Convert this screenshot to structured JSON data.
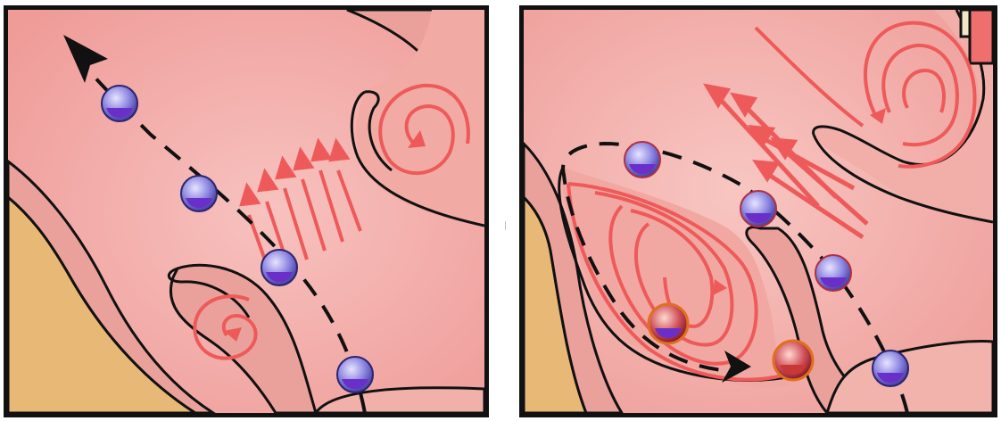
{
  "figure": {
    "panels": [
      {
        "id": "left",
        "flow": "laminar",
        "cells": 4,
        "dashed_path": true
      },
      {
        "id": "right",
        "flow": "recirculating",
        "cells": 6,
        "dashed_path": true
      }
    ]
  },
  "colors": {
    "vessel_lumen": "#f4b7b4",
    "vessel_wall": "#e79a92",
    "tissue": "#e8b877",
    "flow_arrows": "#ee5a5a",
    "outline": "#111111",
    "cell_blue": "#5b52c8",
    "cell_red": "#b8323a",
    "cell_ring_orange": "#e07020"
  },
  "icons": {
    "cell": "blood-cell-icon",
    "activated_cell": "activated-cell-icon",
    "direction": "direction-arrow-icon"
  }
}
